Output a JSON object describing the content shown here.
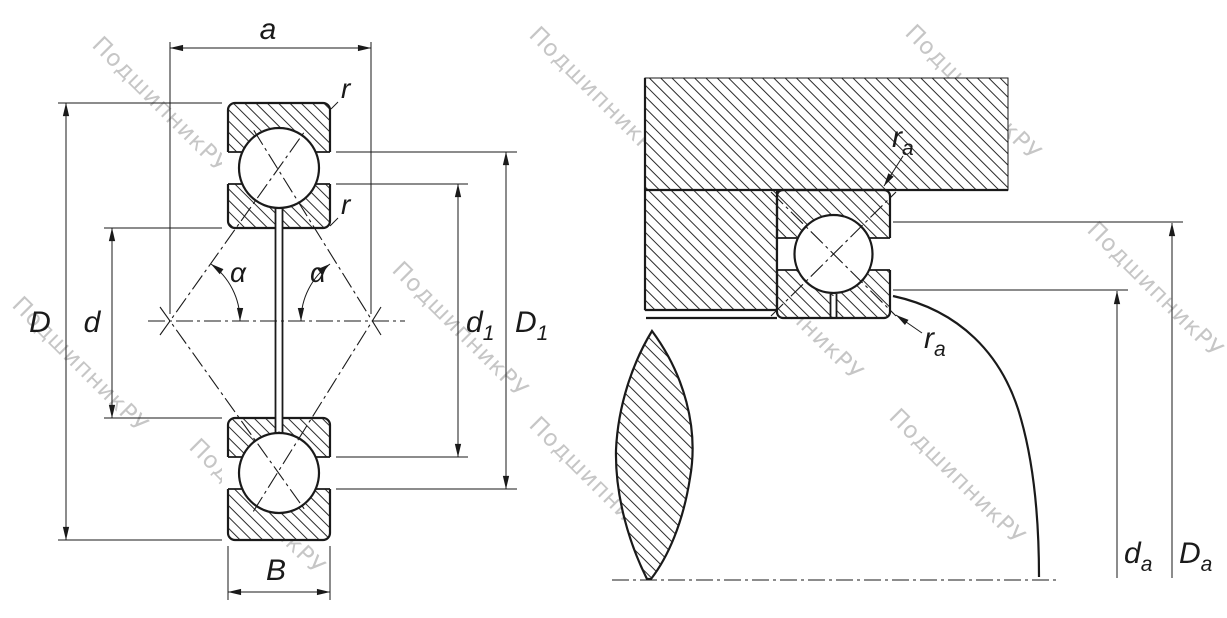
{
  "drawing": {
    "watermark": {
      "text": "ПодшипникРУ",
      "color": "#c6c6c6"
    },
    "colors": {
      "line": "#1a1a1a",
      "hatch": "#2b2b2b",
      "background": "#ffffff"
    },
    "cross_section_view": {
      "dimension_labels": {
        "a": "a",
        "r_outer": "r",
        "r_inner": "r",
        "alpha_left": "α",
        "alpha_right": "α",
        "D": "D",
        "d": "d",
        "d1": {
          "base": "d",
          "sub": "1"
        },
        "D1": {
          "base": "D",
          "sub": "1"
        },
        "B": "B"
      }
    },
    "mounting_view": {
      "dimension_labels": {
        "ra_housing": {
          "base": "r",
          "sub": "a"
        },
        "ra_shaft": {
          "base": "r",
          "sub": "a"
        },
        "da": {
          "base": "d",
          "sub": "a"
        },
        "Da": {
          "base": "D",
          "sub": "a"
        }
      }
    }
  }
}
